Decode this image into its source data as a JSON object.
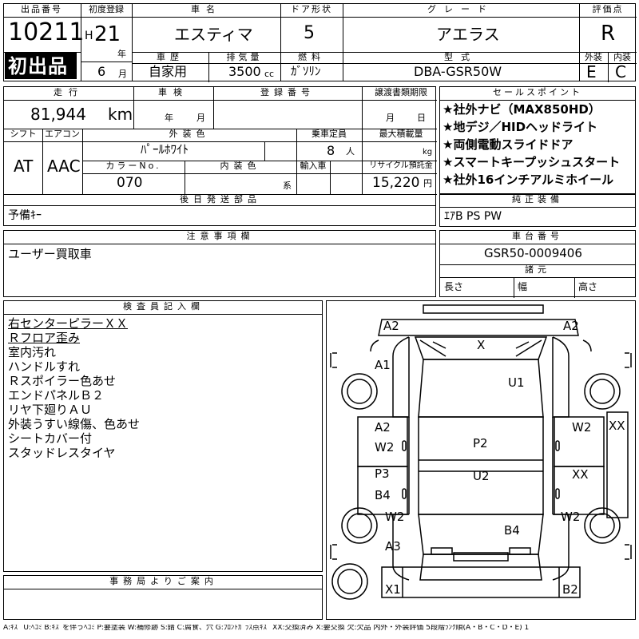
{
  "header": {
    "lot_no_label": "出品番号",
    "lot_no": "10211",
    "first_listing_badge": "初出品",
    "first_reg_label": "初度登録",
    "era_letter": "H",
    "era_year": "21",
    "year_unit": "年",
    "month": "6",
    "month_unit": "月",
    "car_name_label": "車名",
    "car_name": "エスティマ",
    "doors_label": "ドア形状",
    "doors": "5",
    "grade_label": "グレード",
    "grade": "アエラス",
    "score_label": "評価点",
    "score": "R",
    "history_label": "車歴",
    "history": "自家用",
    "displacement_label": "排気量",
    "displacement": "3500",
    "displacement_unit": "cc",
    "fuel_label": "燃料",
    "fuel": "ｶﾞｿﾘﾝ",
    "model_label": "型式",
    "model": "DBA-GSR50W",
    "exterior_label": "外装",
    "exterior": "E",
    "interior_label": "内装",
    "interior": "C"
  },
  "row2": {
    "mileage_label": "走行",
    "mileage": "81,944",
    "mileage_unit": "km",
    "inspection_label": "車検",
    "inspection_year_unit": "年",
    "inspection_month_unit": "月",
    "reg_no_label": "登録番号",
    "transfer_label": "譲渡書類期限",
    "transfer_month_unit": "月",
    "transfer_day_unit": "日",
    "shift_label": "シフト",
    "shift": "AT",
    "ac_label": "エアコン",
    "ac": "AAC",
    "ext_color_label": "外装色",
    "ext_color": "ﾊﾟｰﾙﾎﾜｲﾄ",
    "color_no_label": "カラーNo.",
    "color_no": "070",
    "int_color_label": "内装色",
    "int_color_unit": "系",
    "capacity_label": "乗車定員",
    "capacity": "8",
    "capacity_unit": "人",
    "max_load_label": "最大積載量",
    "max_load_unit": "kg",
    "import_label": "輸入車",
    "recycle_label": "リサイクル預託金",
    "recycle": "15,220",
    "recycle_unit": "円",
    "later_parts_label": "後日発送部品",
    "later_parts": "予備ｷｰ"
  },
  "selling_points": {
    "label": "セールスポイント",
    "items": [
      "★社外ナビ（MAX850HD）",
      "★地デジ／HIDヘッドライト",
      "★両側電動スライドドア",
      "★スマートキープッシュスタート",
      "★社外16インチアルミホイール"
    ]
  },
  "standard_equipment": {
    "label": "純正装備",
    "value": "ｴｱB PS PW"
  },
  "caution": {
    "label": "注意事項欄",
    "value": "ユーザー買取車"
  },
  "chassis": {
    "label": "車台番号",
    "value": "GSR50-0009406",
    "dims_label": "諸元",
    "length_label": "長さ",
    "width_label": "幅",
    "height_label": "高さ"
  },
  "inspector": {
    "label": "検査員記入欄",
    "lines": [
      "右センターピラーＸＸ",
      "Ｒフロア歪み",
      "室内汚れ",
      "ハンドルすれ",
      "Ｒスポイラー色あせ",
      "エンドパネルＢ２",
      "リヤ下廻りＡＵ",
      "外装うすい線傷、色あせ",
      "シートカバー付",
      "スタッドレスタイヤ"
    ]
  },
  "diagram_marks": {
    "front_left": "A2",
    "front_right": "A2",
    "windshield": "X",
    "left_front_fender": "A1",
    "hood": "U1",
    "left_front_door": "A2",
    "left_front_door_2": "W2",
    "right_front_door": "W2",
    "right_pillar": "XX",
    "left_rear_door": "P3",
    "left_rear_door_2": "B4",
    "roof_front": "P2",
    "roof_rear": "U2",
    "right_rear_door": "XX",
    "left_rear_fender": "W2",
    "right_rear_fender": "W2",
    "rear_gate": "B4",
    "left_rear_quarter": "A3",
    "rear_bumper_left": "X1",
    "rear_bumper_right": "B2"
  },
  "office": {
    "label": "事務局よりご案内"
  },
  "legend": "A:ｷｽﾞ U:ﾍｺﾐ B:ｷｽﾞを伴うﾍｺﾐ P:要塗装 W:補修跡 S:錆 C:腐食、穴 G:ﾌﾛﾝﾄｶﾞﾗｽ点ｷｽﾞ XX:交換済み X:要交換 欠:欠品 内外・外装評価 5段階ﾗﾝｸ順(A・B・C・D・E) 1"
}
